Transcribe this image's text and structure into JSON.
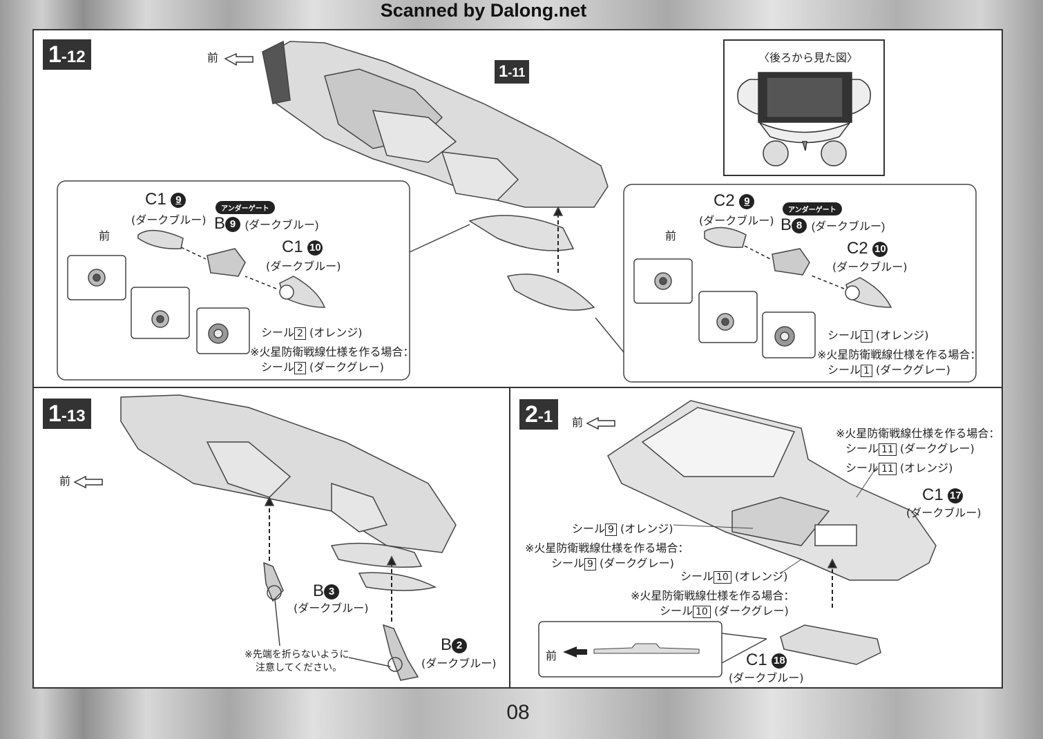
{
  "header": {
    "scanner": "Scanned by Dalong.net"
  },
  "page_number": "08",
  "colors": {
    "ink": "#222222",
    "panel_bg": "#ffffff",
    "step_bg": "#333333"
  },
  "steps": {
    "s1_12": {
      "main": "1",
      "sub": "-12"
    },
    "s1_11": {
      "main": "1",
      "sub": "-11"
    },
    "s1_13": {
      "main": "1",
      "sub": "-13"
    },
    "s2_1": {
      "main": "2",
      "sub": "-1"
    }
  },
  "common": {
    "front": "前"
  },
  "rear_view": {
    "title": "〈後ろから見た図〉"
  },
  "left_detail": {
    "part_cone": {
      "code": "C1",
      "num": "9",
      "color": "(ダークブルー)"
    },
    "tag": "アンダーゲート",
    "part_mid": {
      "code": "B",
      "num": "9",
      "color": "(ダークブルー)"
    },
    "part_back": {
      "code": "C1",
      "num": "10",
      "color": "(ダークブルー)"
    },
    "seal": {
      "prefix": "シール",
      "num": "2",
      "color": "(オレンジ)"
    },
    "note": "※火星防衛戦線仕様を作る場合：",
    "seal_alt": {
      "prefix": "シール",
      "num": "2",
      "color": "(ダークグレー)"
    }
  },
  "right_detail": {
    "part_cone": {
      "code": "C2",
      "num": "9",
      "color": "(ダークブルー)"
    },
    "tag": "アンダーゲート",
    "part_mid": {
      "code": "B",
      "num": "8",
      "color": "(ダークブルー)"
    },
    "part_back": {
      "code": "C2",
      "num": "10",
      "color": "(ダークブルー)"
    },
    "seal": {
      "prefix": "シール",
      "num": "1",
      "color": "(オレンジ)"
    },
    "note": "※火星防衛戦線仕様を作る場合：",
    "seal_alt": {
      "prefix": "シール",
      "num": "1",
      "color": "(ダークグレー)"
    }
  },
  "step_1_13": {
    "b3": {
      "code": "B",
      "num": "3",
      "color": "(ダークブルー)"
    },
    "b2": {
      "code": "B",
      "num": "2",
      "color": "(ダークブルー)"
    },
    "caution_1": "※先端を折らないように",
    "caution_2": "注意してください。"
  },
  "step_2_1": {
    "note_top": "※火星防衛戦線仕様を作る場合：",
    "seal11_alt": {
      "prefix": "シール",
      "num": "11",
      "color": "(ダークグレー)"
    },
    "seal11": {
      "prefix": "シール",
      "num": "11",
      "color": "(オレンジ)"
    },
    "c1_17": {
      "code": "C1",
      "num": "17",
      "color": "(ダークブルー)"
    },
    "seal9": {
      "prefix": "シール",
      "num": "9",
      "color": "(オレンジ)"
    },
    "note_mid": "※火星防衛戦線仕様を作る場合：",
    "seal9_alt": {
      "prefix": "シール",
      "num": "9",
      "color": "(ダークグレー)"
    },
    "seal10": {
      "prefix": "シール",
      "num": "10",
      "color": "(オレンジ)"
    },
    "note_low": "※火星防衛戦線仕様を作る場合：",
    "seal10_alt": {
      "prefix": "シール",
      "num": "10",
      "color": "(ダークグレー)"
    },
    "c1_18": {
      "code": "C1",
      "num": "18",
      "color": "(ダークブルー)"
    }
  }
}
